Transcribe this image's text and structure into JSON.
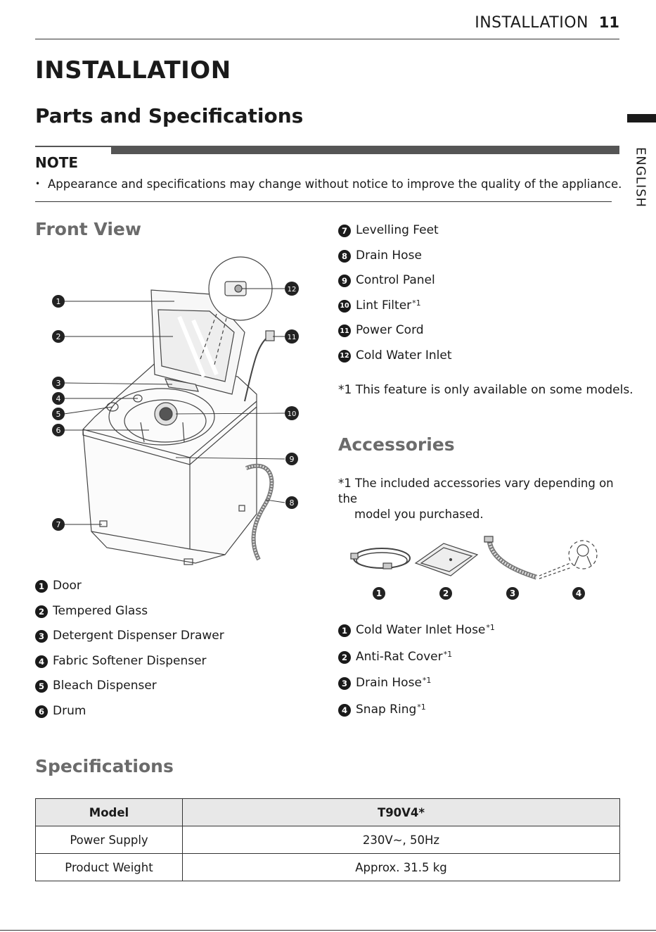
{
  "header": {
    "section": "INSTALLATION",
    "page_number": "11"
  },
  "side_tab": {
    "language": "ENGLISH"
  },
  "title": "INSTALLATION",
  "subtitle": "Parts and Specifications",
  "note": {
    "title": "NOTE",
    "bullet": "•",
    "text": "Appearance and specifications may change without notice to improve the quality of the appliance."
  },
  "front_view": {
    "heading": "Front View",
    "callouts": [
      "1",
      "2",
      "3",
      "4",
      "5",
      "6",
      "7",
      "8",
      "9",
      "10",
      "11",
      "12"
    ],
    "parts_left": [
      {
        "num": "1",
        "label": "Door"
      },
      {
        "num": "2",
        "label": "Tempered Glass"
      },
      {
        "num": "3",
        "label": "Detergent Dispenser Drawer"
      },
      {
        "num": "4",
        "label": "Fabric Softener Dispenser"
      },
      {
        "num": "5",
        "label": "Bleach Dispenser"
      },
      {
        "num": "6",
        "label": "Drum"
      }
    ],
    "parts_right": [
      {
        "num": "7",
        "label": "Levelling Feet",
        "sup": ""
      },
      {
        "num": "8",
        "label": "Drain Hose",
        "sup": ""
      },
      {
        "num": "9",
        "label": "Control Panel",
        "sup": ""
      },
      {
        "num": "10",
        "label": "Lint Filter",
        "sup": "*1"
      },
      {
        "num": "11",
        "label": "Power Cord",
        "sup": ""
      },
      {
        "num": "12",
        "label": "Cold Water Inlet",
        "sup": ""
      }
    ],
    "feature_note": "*1 This feature is only available on some models."
  },
  "accessories": {
    "heading": "Accessories",
    "note_line1": "*1 The included accessories vary depending on the",
    "note_line2": "model you purchased.",
    "callouts": [
      "1",
      "2",
      "3",
      "4"
    ],
    "items": [
      {
        "num": "1",
        "label": "Cold Water Inlet Hose",
        "sup": "*1"
      },
      {
        "num": "2",
        "label": "Anti-Rat Cover",
        "sup": "*1"
      },
      {
        "num": "3",
        "label": "Drain Hose",
        "sup": "*1"
      },
      {
        "num": "4",
        "label": "Snap Ring",
        "sup": "*1"
      }
    ]
  },
  "specifications": {
    "heading": "Specifications",
    "header_row": [
      "Model",
      "T90V4*"
    ],
    "rows": [
      [
        "Power Supply",
        "230V~, 50Hz"
      ],
      [
        "Product Weight",
        "Approx. 31.5 kg"
      ]
    ]
  }
}
